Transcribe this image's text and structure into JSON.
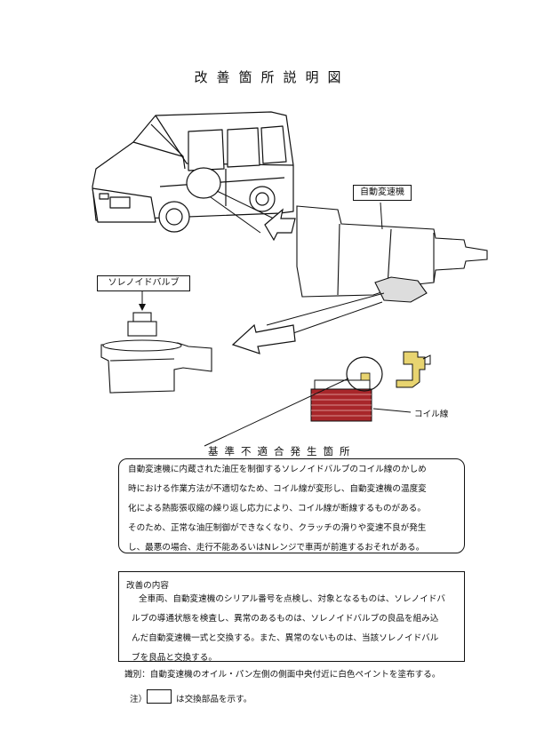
{
  "page": {
    "title": "改善箇所説明図"
  },
  "labels": {
    "transmission": "自動変速機",
    "solenoid_valve": "ソレノイドバルブ",
    "coil_wire": "コイル線"
  },
  "defect_section": {
    "heading": "基準不適合発生箇所",
    "lines": [
      "自動変速機に内蔵された油圧を制御するソレノイドバルブのコイル線のかしめ",
      "時における作業方法が不適切なため、コイル線が変形し、自動変速機の温度変",
      "化による熱膨張収縮の繰り返し応力により、コイル線が断線するものがある。",
      "そのため、正常な油圧制御ができなくなり、クラッチの滑りや変速不良が発生",
      "し、最悪の場合、走行不能あるいはNレンジで車両が前進するおそれがある。"
    ]
  },
  "improvement_section": {
    "heading": "改善の内容",
    "lines": [
      "全車両、自動変速機のシリアル番号を点検し、対象となるものは、ソレノイドバ",
      "ルブの導通状態を検査し、異常のあるものは、ソレノイドバルブの良品を組み込",
      "んだ自動変速機一式と交換する。また、異常のないものは、当該ソレノイドバル",
      "ブを良品と交換する。"
    ]
  },
  "identification": "識別：自動変速機のオイル・パン左側の側面中央付近に白色ペイントを塗布する。",
  "note": {
    "prefix": "注）",
    "suffix": "は交換部品を示す。"
  },
  "colors": {
    "coil": "#a8262a",
    "coil_line": "#e8b0b0",
    "bracket": "#e8d470"
  }
}
